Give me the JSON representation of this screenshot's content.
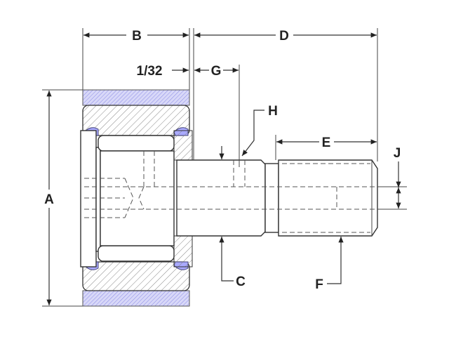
{
  "title": "Cam follower dimension drawing",
  "dimensions": {
    "A": "A",
    "B": "B",
    "C": "C",
    "D": "D",
    "E": "E",
    "F": "F",
    "G": "G",
    "H": "H",
    "J": "J",
    "clearance": "1/32"
  },
  "colors": {
    "seal": "#8080e0",
    "hatch": "#888888",
    "line": "#333333"
  }
}
